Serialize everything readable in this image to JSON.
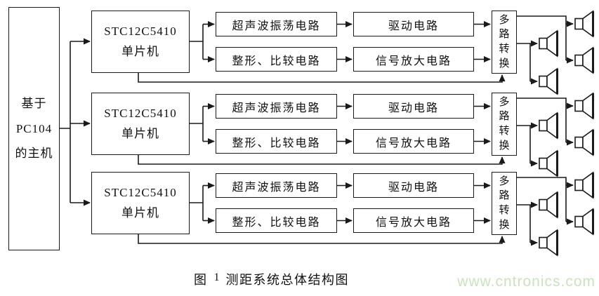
{
  "page": {
    "background": "#ffffff",
    "line_color": "#1a1a1a"
  },
  "host": {
    "line1": "基于",
    "line2": "PC104",
    "line3": "的主机"
  },
  "groups": [
    {
      "mcu_line1": "STC12C5410",
      "mcu_line2": "单片机",
      "oscillator": "超声波振荡电路",
      "driver": "驱动电路",
      "shaper": "整形、比较电路",
      "amplifier": "信号放大电路",
      "mux": "多路转换"
    },
    {
      "mcu_line1": "STC12C5410",
      "mcu_line2": "单片机",
      "oscillator": "超声波振荡电路",
      "driver": "驱动电路",
      "shaper": "整形、比较电路",
      "amplifier": "信号放大电路",
      "mux": "多路转换"
    },
    {
      "mcu_line1": "STC12C5410",
      "mcu_line2": "单片机",
      "oscillator": "超声波振荡电路",
      "driver": "驱动电路",
      "shaper": "整形、比较电路",
      "amplifier": "信号放大电路",
      "mux": "多路转换"
    }
  ],
  "icons": {
    "transducer": "ultrasonic-transducer-icon",
    "transducers_per_group": 4
  },
  "caption": {
    "prefix": "图",
    "number": "1",
    "title": "测距系统总体结构图"
  },
  "watermark": {
    "text": "www.cntronics.com",
    "color": "#c9e4bb"
  }
}
